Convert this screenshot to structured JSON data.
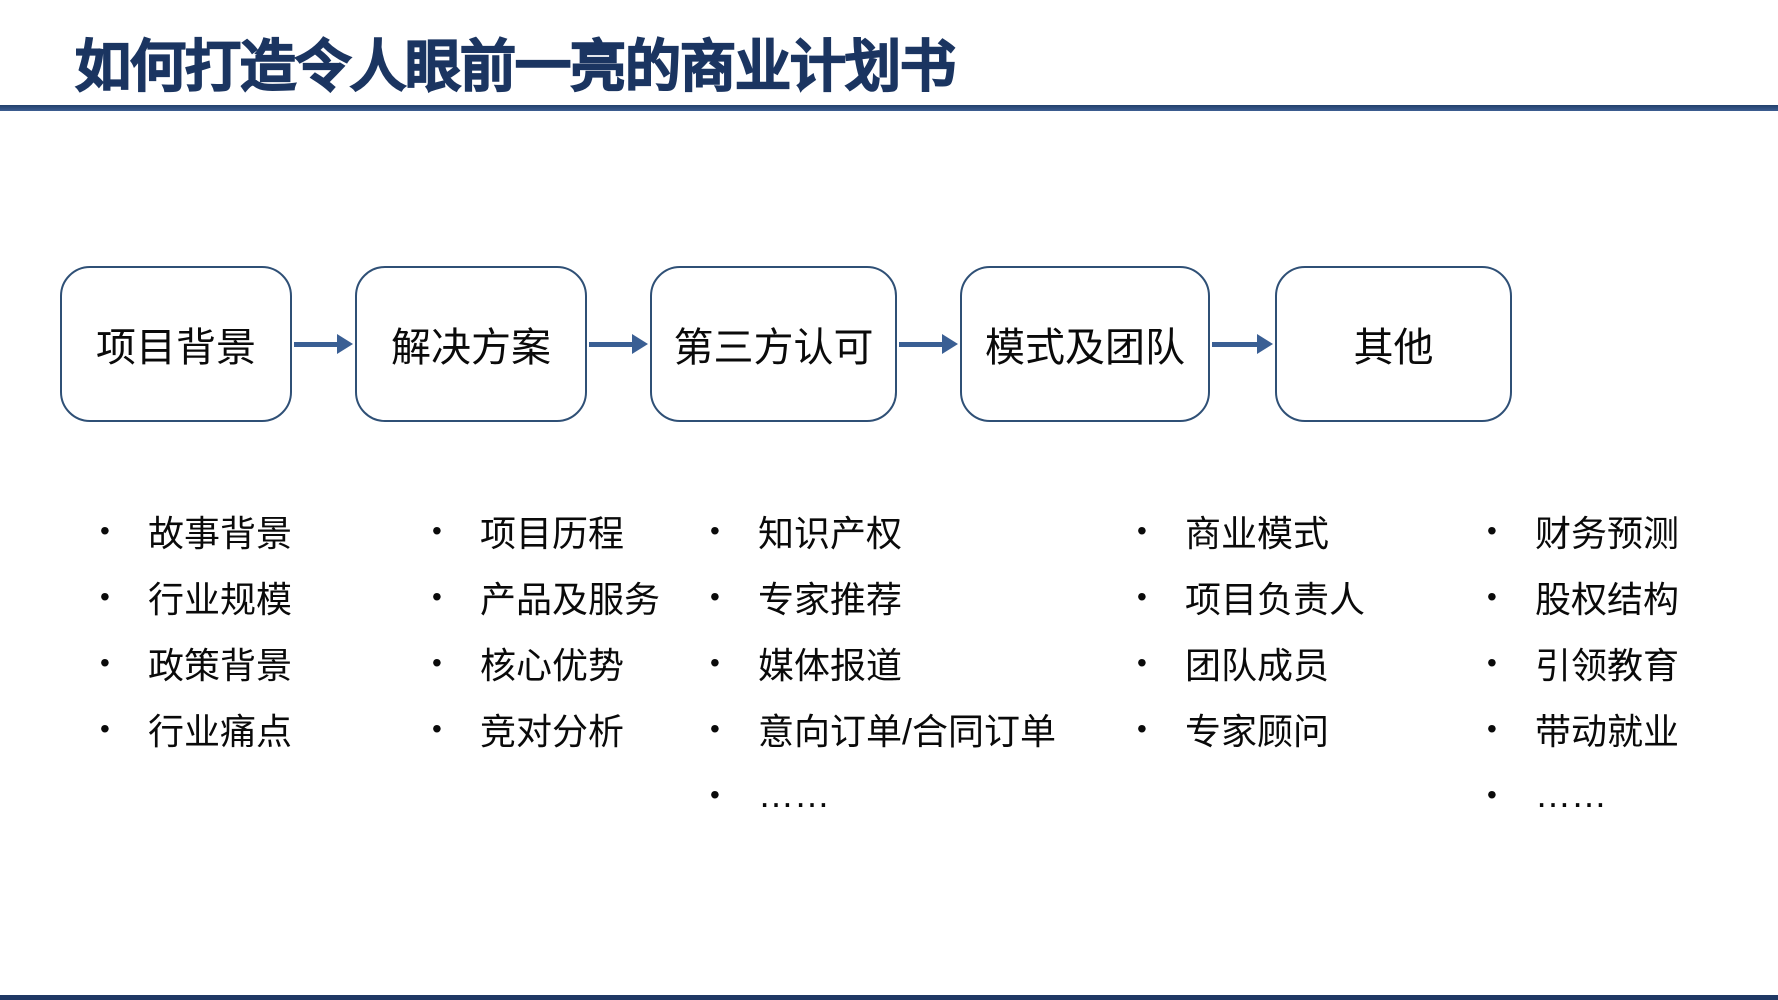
{
  "header": {
    "title": "如何打造令人眼前一亮的商业计划书"
  },
  "glyphs": {
    "bullet": "•"
  },
  "colors": {
    "title": "#1B3561",
    "divider": "#2F4E7C",
    "box_border": "#2F5076",
    "arrow": "#3A5F94",
    "body_text": "#0A0A0A",
    "background": "#FFFFFF"
  },
  "flow": {
    "stages": [
      {
        "label": "项目背景",
        "items": [
          "故事背景",
          "行业规模",
          "政策背景",
          "行业痛点"
        ]
      },
      {
        "label": "解决方案",
        "items": [
          "项目历程",
          "产品及服务",
          "核心优势",
          "竞对分析"
        ]
      },
      {
        "label": "第三方认可",
        "items": [
          "知识产权",
          "专家推荐",
          "媒体报道",
          "意向订单/合同订单",
          "……"
        ]
      },
      {
        "label": "模式及团队",
        "items": [
          "商业模式",
          "项目负责人",
          "团队成员",
          "专家顾问"
        ]
      },
      {
        "label": "其他",
        "items": [
          "财务预测",
          "股权结构",
          "引领教育",
          "带动就业",
          "……"
        ]
      }
    ]
  }
}
